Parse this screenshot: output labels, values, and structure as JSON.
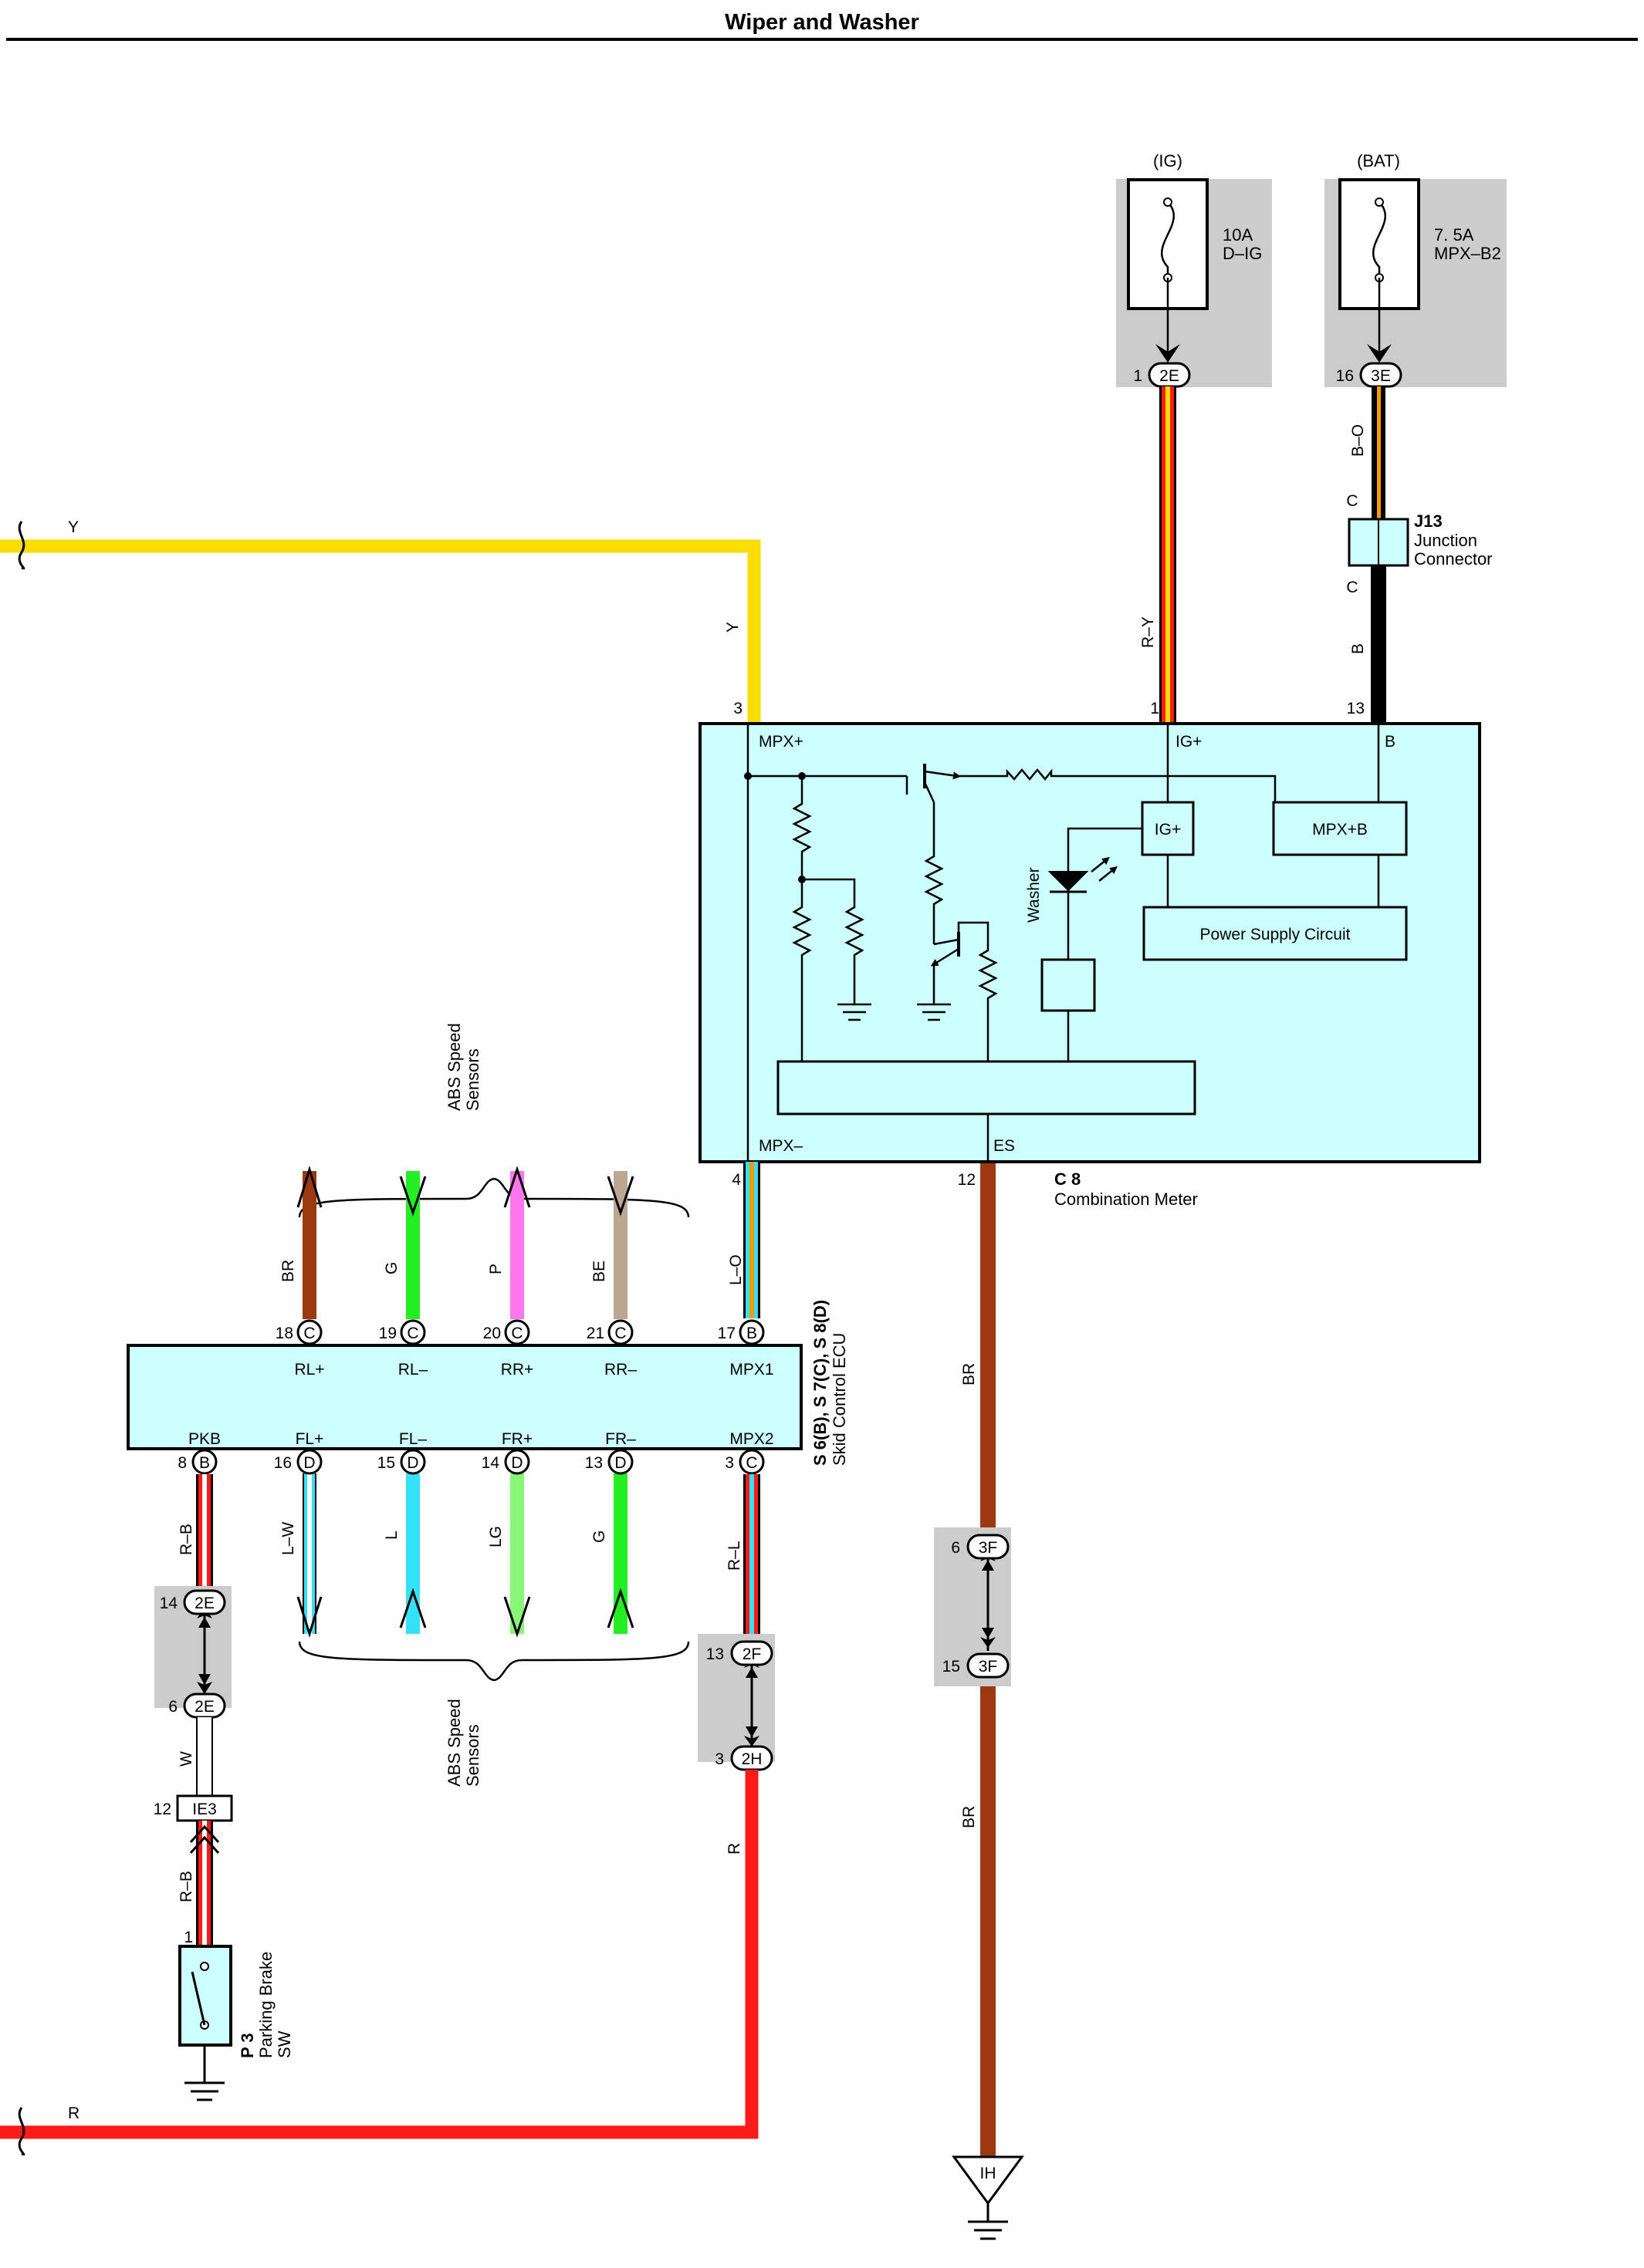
{
  "title": "Wiper and Washer",
  "colors": {
    "Y": "#f7dd00",
    "R": "#ff1a1a",
    "BR": "#9b3a10",
    "B": "#000000",
    "W": "#ffffff",
    "G": "#22ee22",
    "P": "#ff77ee",
    "BE": "#bba792",
    "L": "#33e2f7",
    "LG": "#88f777",
    "O": "#ff9900",
    "box_fill": "#ccffff",
    "splice_fill": "#cccccc"
  },
  "fuses": [
    {
      "source": "(IG)",
      "rating": "10A",
      "name": "D–IG",
      "pin": "1",
      "connector": "2E",
      "wire": "R–Y"
    },
    {
      "source": "(BAT)",
      "rating": "7. 5A",
      "name": "MPX–B2",
      "pin": "16",
      "connector": "3E",
      "wire": "B–O"
    }
  ],
  "junction": {
    "id": "J13",
    "line1": "Junction",
    "line2": "Connector",
    "pin": "C",
    "wire_out": "B"
  },
  "wire_y": {
    "label": "Y",
    "pin": "3"
  },
  "combination_meter": {
    "id": "C 8",
    "name": "Combination Meter",
    "terminals": {
      "mpx_plus": "MPX+",
      "ig_plus": "IG+",
      "b": "B",
      "mpx_minus": "MPX–",
      "es": "ES"
    },
    "pins": {
      "mpx_plus": "3",
      "ig_plus": "1",
      "b": "13",
      "mpx_minus": "4",
      "es": "12"
    },
    "inner": {
      "ig_box": "IG+",
      "mpxb_box": "MPX+B",
      "power_supply": "Power Supply Circuit",
      "washer": "Washer"
    }
  },
  "skid_ecu": {
    "id": "S 6(B), S 7(C), S 8(D)",
    "name": "Skid Control ECU",
    "top_terms": [
      {
        "name": "RL+",
        "pin": "18",
        "conn": "C",
        "wire": "BR"
      },
      {
        "name": "RL–",
        "pin": "19",
        "conn": "C",
        "wire": "G"
      },
      {
        "name": "RR+",
        "pin": "20",
        "conn": "C",
        "wire": "P"
      },
      {
        "name": "RR–",
        "pin": "21",
        "conn": "C",
        "wire": "BE"
      },
      {
        "name": "MPX1",
        "pin": "17",
        "conn": "B",
        "wire": "L–O"
      }
    ],
    "bottom_terms": [
      {
        "name": "PKB",
        "pin": "8",
        "conn": "B",
        "wire": "R–B"
      },
      {
        "name": "FL+",
        "pin": "16",
        "conn": "D",
        "wire": "L–W"
      },
      {
        "name": "FL–",
        "pin": "15",
        "conn": "D",
        "wire": "L"
      },
      {
        "name": "FR+",
        "pin": "14",
        "conn": "D",
        "wire": "LG"
      },
      {
        "name": "FR–",
        "pin": "13",
        "conn": "D",
        "wire": "G"
      },
      {
        "name": "MPX2",
        "pin": "3",
        "conn": "C",
        "wire": "R–L"
      }
    ],
    "abs_label_line1": "ABS Speed",
    "abs_label_line2": "Sensors"
  },
  "pkb_path": {
    "splice": [
      {
        "pin": "14",
        "conn": "2E"
      },
      {
        "pin": "6",
        "conn": "2E"
      }
    ],
    "wire_w": "W",
    "ie3": {
      "pin": "12",
      "conn": "IE3"
    },
    "wire_rb2": "R–B",
    "switch_pin": "1",
    "switch_id": "P 3",
    "switch_line1": "Parking Brake",
    "switch_line2": "SW"
  },
  "mpx2_path": {
    "splice": [
      {
        "pin": "13",
        "conn": "2F"
      },
      {
        "pin": "3",
        "conn": "2H"
      }
    ],
    "wire_r": "R"
  },
  "es_path": {
    "wire1": "BR",
    "splice": [
      {
        "pin": "6",
        "conn": "3F"
      },
      {
        "pin": "15",
        "conn": "3F"
      }
    ],
    "wire2": "BR",
    "ground": "IH"
  },
  "bottom_wire": {
    "label": "R"
  }
}
